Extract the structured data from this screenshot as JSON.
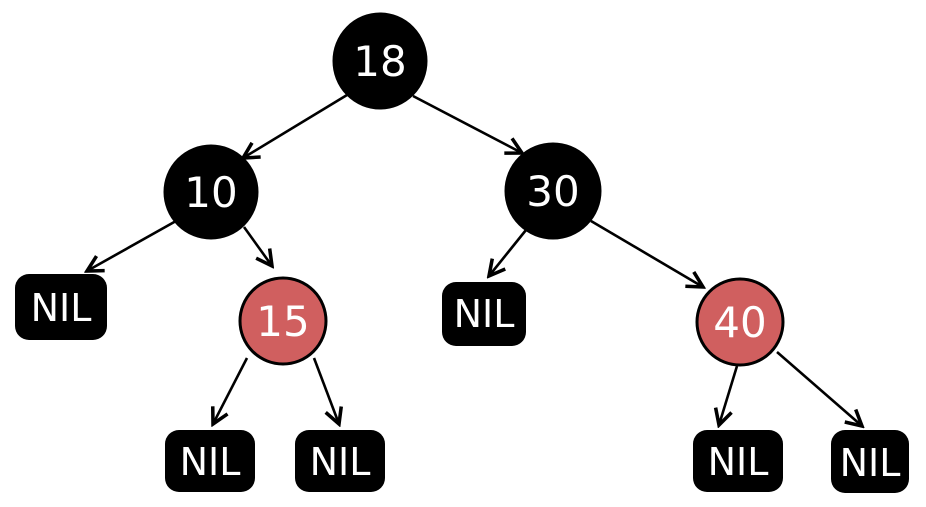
{
  "figure": {
    "type": "red-black-tree-diagram",
    "colors": {
      "black_node": "#000000",
      "red_node": "#d05f5f",
      "node_text": "#ffffff",
      "edge": "#000000",
      "background": "#ffffff"
    },
    "nodes": {
      "root": {
        "label": "18",
        "value": 18,
        "color": "black"
      },
      "left": {
        "label": "10",
        "value": 10,
        "color": "black"
      },
      "right": {
        "label": "30",
        "value": 30,
        "color": "black"
      },
      "left_right": {
        "label": "15",
        "value": 15,
        "color": "red"
      },
      "right_right": {
        "label": "40",
        "value": 40,
        "color": "red"
      }
    },
    "nil_label": "NIL",
    "nil_count": 6,
    "edges": [
      {
        "from": "18",
        "to": "10"
      },
      {
        "from": "18",
        "to": "30"
      },
      {
        "from": "10",
        "to": "NIL"
      },
      {
        "from": "10",
        "to": "15"
      },
      {
        "from": "30",
        "to": "NIL"
      },
      {
        "from": "30",
        "to": "40"
      },
      {
        "from": "15",
        "to": "NIL"
      },
      {
        "from": "15",
        "to": "NIL"
      },
      {
        "from": "40",
        "to": "NIL"
      },
      {
        "from": "40",
        "to": "NIL"
      }
    ]
  }
}
